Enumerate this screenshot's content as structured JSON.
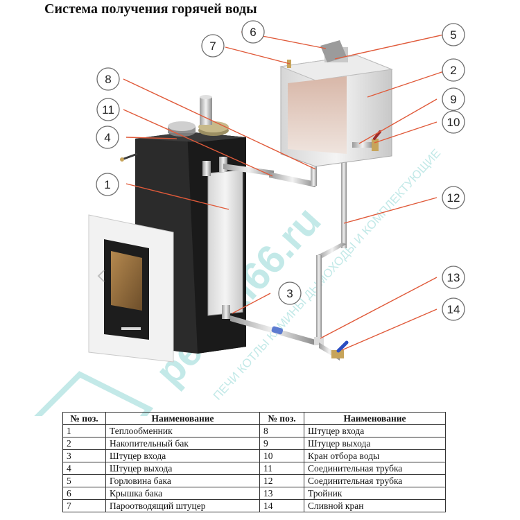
{
  "title": "Система получения горячей воды",
  "watermark": {
    "brand": "pechki66.ru",
    "tagline": "ПЕЧИ КОТЛЫ КАМИНЫ ДЫМОХОДЫ И КОМПЛЕКТУЮЩИЕ"
  },
  "callouts": [
    "1",
    "2",
    "3",
    "4",
    "5",
    "6",
    "7",
    "8",
    "9",
    "10",
    "11",
    "12",
    "13",
    "14"
  ],
  "table": {
    "headers": [
      "№ поз.",
      "Наименование",
      "№ поз.",
      "Наименование"
    ],
    "rows": [
      [
        "1",
        "Теплообменник",
        "8",
        "Штуцер входа"
      ],
      [
        "2",
        "Накопительный бак",
        "9",
        "Штуцер выхода"
      ],
      [
        "3",
        "Штуцер входа",
        "10",
        "Кран отбора воды"
      ],
      [
        "4",
        "Штуцер выхода",
        "11",
        "Соединительная трубка"
      ],
      [
        "5",
        "Горловина бака",
        "12",
        "Соединительная трубка"
      ],
      [
        "6",
        "Крышка бака",
        "13",
        "Тройник"
      ],
      [
        "7",
        "Пароотводящий штуцер",
        "14",
        "Сливной кран"
      ]
    ]
  },
  "colors": {
    "leader_line": "#e05a3a",
    "circle_stroke": "#6d6d6d",
    "watermark": "#b9e6e4"
  }
}
